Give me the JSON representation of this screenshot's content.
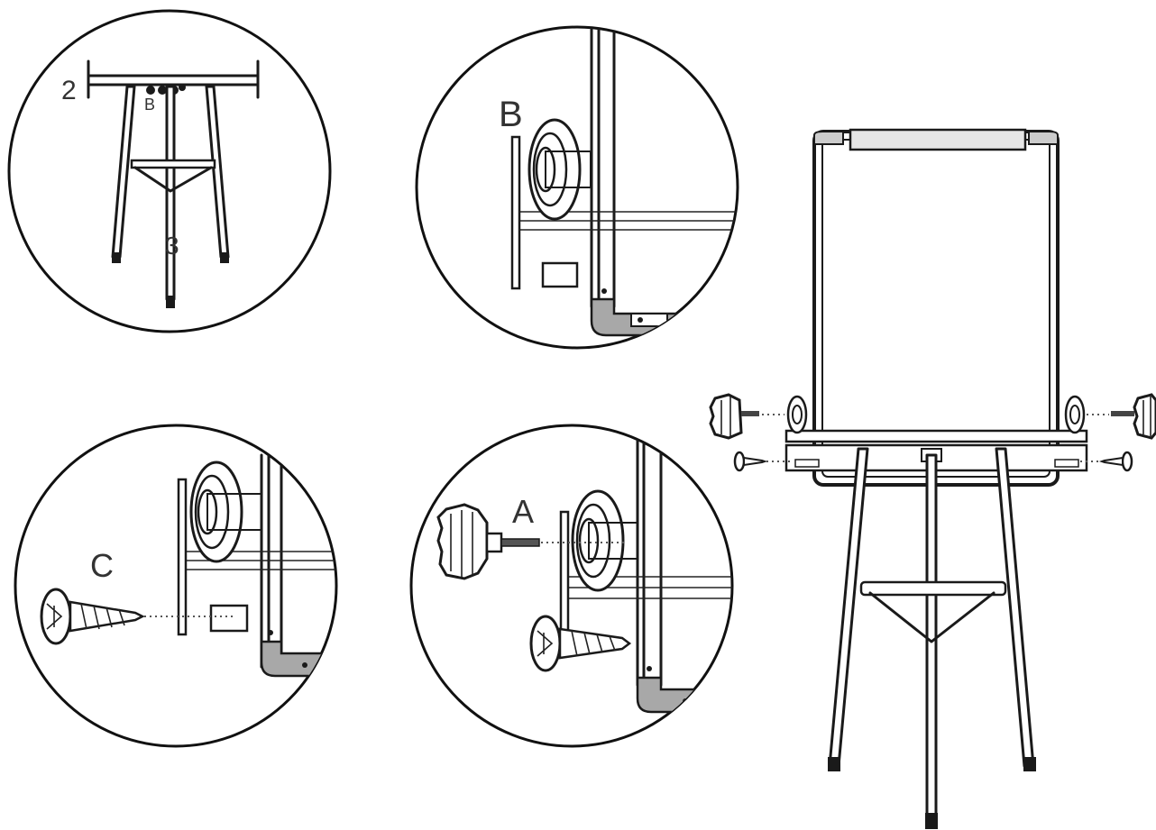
{
  "labels": {
    "top_left_number_2": "2",
    "top_left_letter_b": "B",
    "top_left_number_3": "3",
    "detail_b": "B",
    "detail_c": "C",
    "detail_a": "A"
  },
  "colors": {
    "line": "#1a1a1a",
    "shade": "#a8a8a8",
    "background": "#ffffff"
  }
}
